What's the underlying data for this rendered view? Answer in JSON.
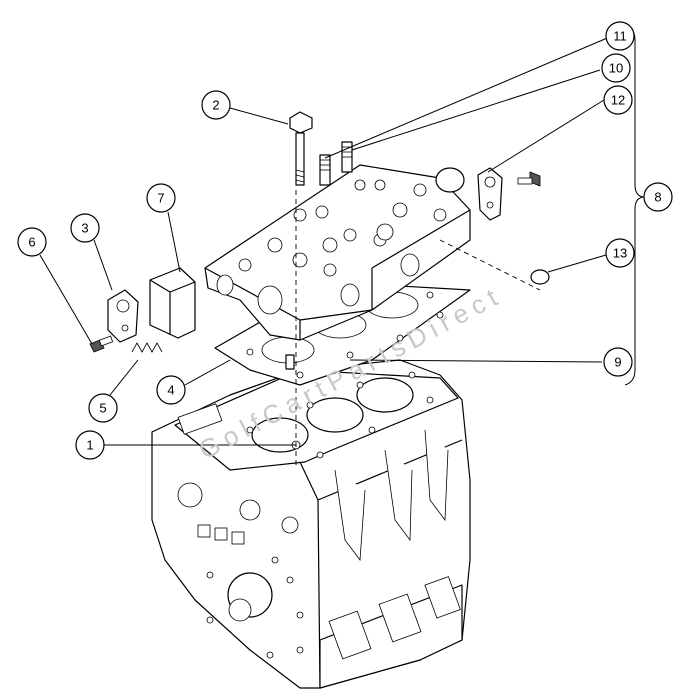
{
  "callouts": [
    {
      "id": "1",
      "label": "1"
    },
    {
      "id": "2",
      "label": "2"
    },
    {
      "id": "3",
      "label": "3"
    },
    {
      "id": "4",
      "label": "4"
    },
    {
      "id": "5",
      "label": "5"
    },
    {
      "id": "6",
      "label": "6"
    },
    {
      "id": "7",
      "label": "7"
    },
    {
      "id": "8",
      "label": "8"
    },
    {
      "id": "9",
      "label": "9"
    },
    {
      "id": "10",
      "label": "10"
    },
    {
      "id": "11",
      "label": "11"
    },
    {
      "id": "12",
      "label": "12"
    },
    {
      "id": "13",
      "label": "13"
    }
  ],
  "watermark": {
    "text": "GolfCartPartsDirect"
  }
}
